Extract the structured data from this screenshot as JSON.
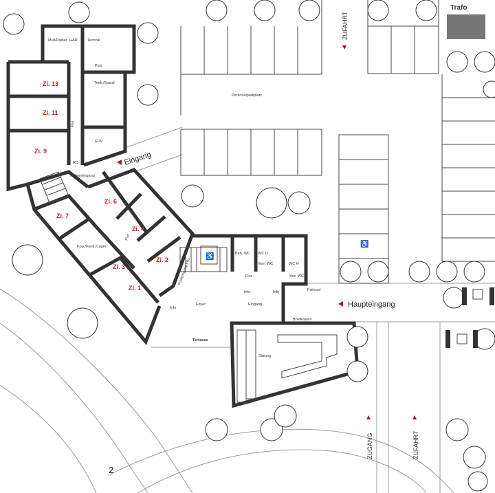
{
  "labels": {
    "trafo": "Trafo",
    "zufahrt_top": "ZUFAHRT",
    "zufahrt_bottom": "ZUFAHRT",
    "zugang": "ZUGANG",
    "haupteingang": "Haupteingang",
    "eingang": "Eingang",
    "personalparkplatz": "Personalparkplatz",
    "section_marker": "2"
  },
  "rooms": {
    "muell": "Müll/Papier",
    "har": "HAR",
    "technik": "Technik",
    "putz": "Putz",
    "teek": "Teek./Sozial",
    "edv": "EDV",
    "flur_west": "Flur",
    "rd": "RD",
    "nebeneingang": "Nebeneingang",
    "zi13": "Zi. 13",
    "zi11": "Zi. 11",
    "zi9": "Zi. 9",
    "zi7": "Zi. 7",
    "zi6": "Zi. 6",
    "zi4": "Zi. 4",
    "zi3": "Zi. 3",
    "zi2": "Zi. 2",
    "zi1": "Zi. 1",
    "kop": "Kop./Fund./Lager",
    "flur_wing": "Flur",
    "posteingang": "Posteingang Info",
    "info1": "Info",
    "info2": "Info",
    "info3": "Info",
    "foyer": "Foyer",
    "eingang_room": "Eingang",
    "flur_core": "Flur",
    "beh_wc": "Beh. WC",
    "wc_d": "WC D",
    "vorr_wc1": "Vorr. WC",
    "wc_h": "WC H",
    "vorr_wc2": "Vorr. WC",
    "fahrrad": "Fahrrad",
    "briefkasten": "Briefkasten",
    "terrasse": "Terrasse",
    "sitzung": "Sitzung"
  },
  "colors": {
    "wall": "#333333",
    "room_label": "#d3202a",
    "trafo": "#777777",
    "arrow": "#b0151f"
  }
}
